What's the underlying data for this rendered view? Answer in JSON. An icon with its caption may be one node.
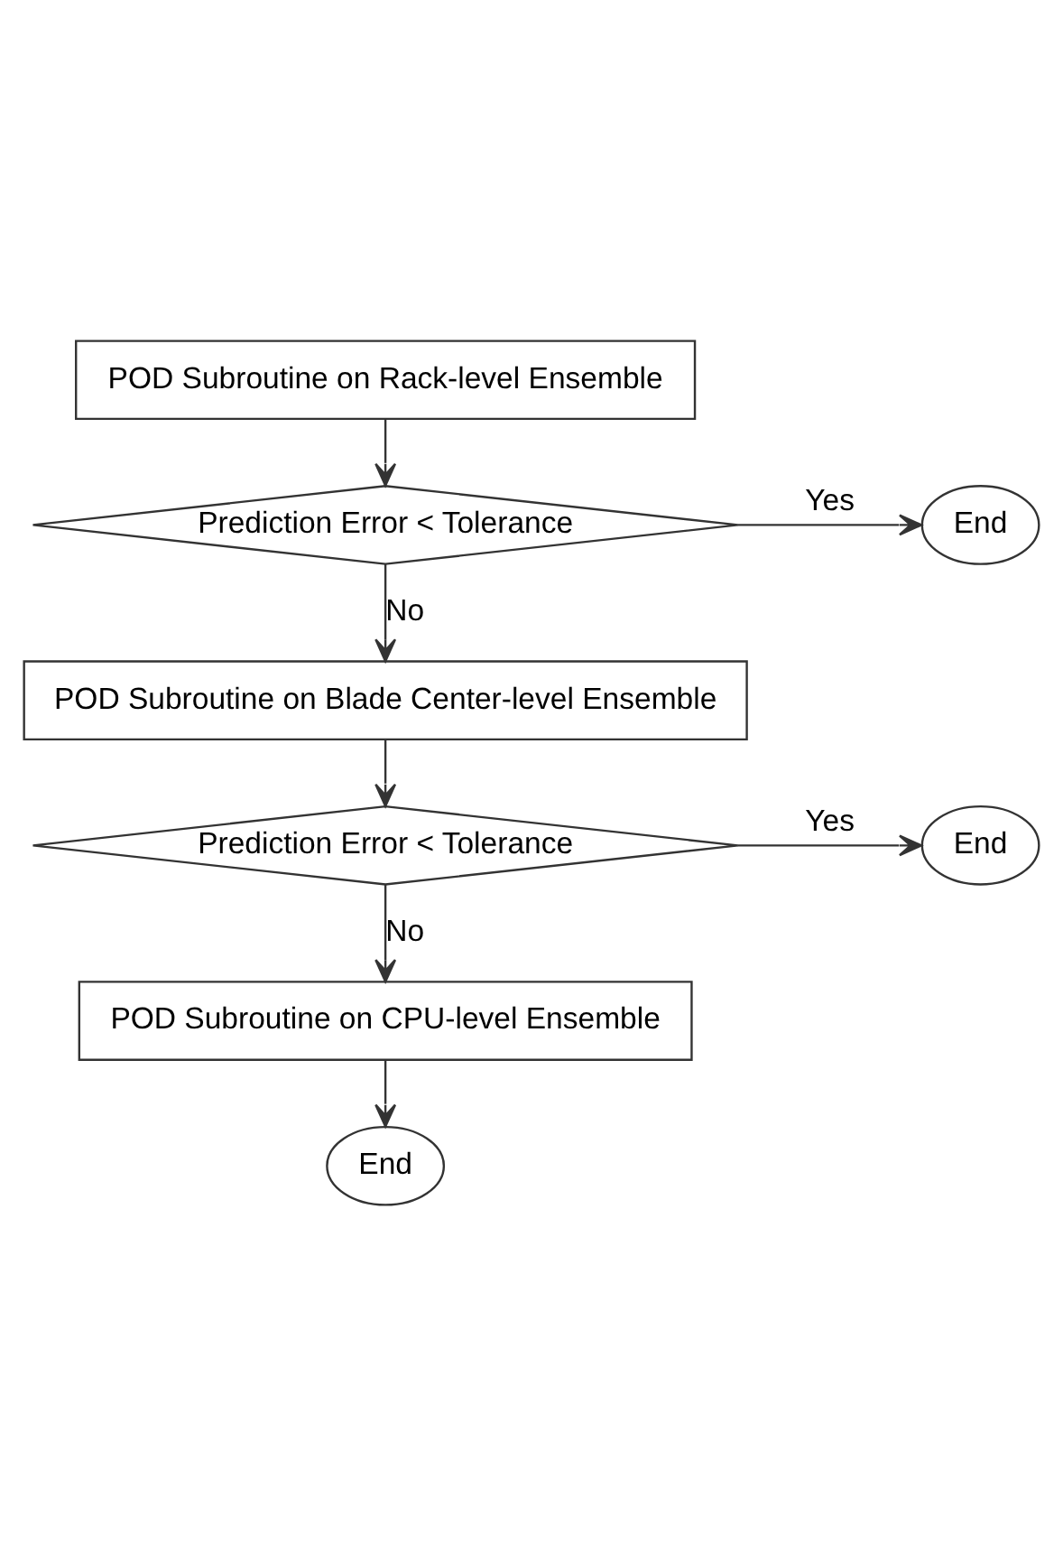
{
  "diagram": {
    "nodes": [
      {
        "text": [
          "POD Subroutine on Rack-level Ensemble"
        ]
      },
      {
        "text": [
          "Prediction Error < Tolerance"
        ]
      },
      {
        "text": [
          "End"
        ]
      },
      {
        "text": [
          "POD Subroutine on Blade Center-level Ensemble"
        ]
      },
      {
        "text": [
          "Prediction Error < Tolerance"
        ]
      },
      {
        "text": [
          "End"
        ]
      },
      {
        "text": [
          "POD Subroutine on CPU-level Ensemble"
        ]
      },
      {
        "text": [
          "End"
        ]
      }
    ],
    "edges": [
      {
        "from": 0,
        "to": 1,
        "arrow": "to"
      },
      {
        "from": 1,
        "to": 2,
        "arrow": "to",
        "label": "Yes"
      },
      {
        "from": 1,
        "to": 3,
        "arrow": "to",
        "label": "No"
      },
      {
        "from": 3,
        "to": 4,
        "arrow": "to"
      },
      {
        "from": 4,
        "to": 5,
        "arrow": "to",
        "label": "Yes"
      },
      {
        "from": 4,
        "to": 6,
        "arrow": "to",
        "label": "No"
      },
      {
        "from": 6,
        "to": 7,
        "arrow": "to"
      }
    ]
  }
}
